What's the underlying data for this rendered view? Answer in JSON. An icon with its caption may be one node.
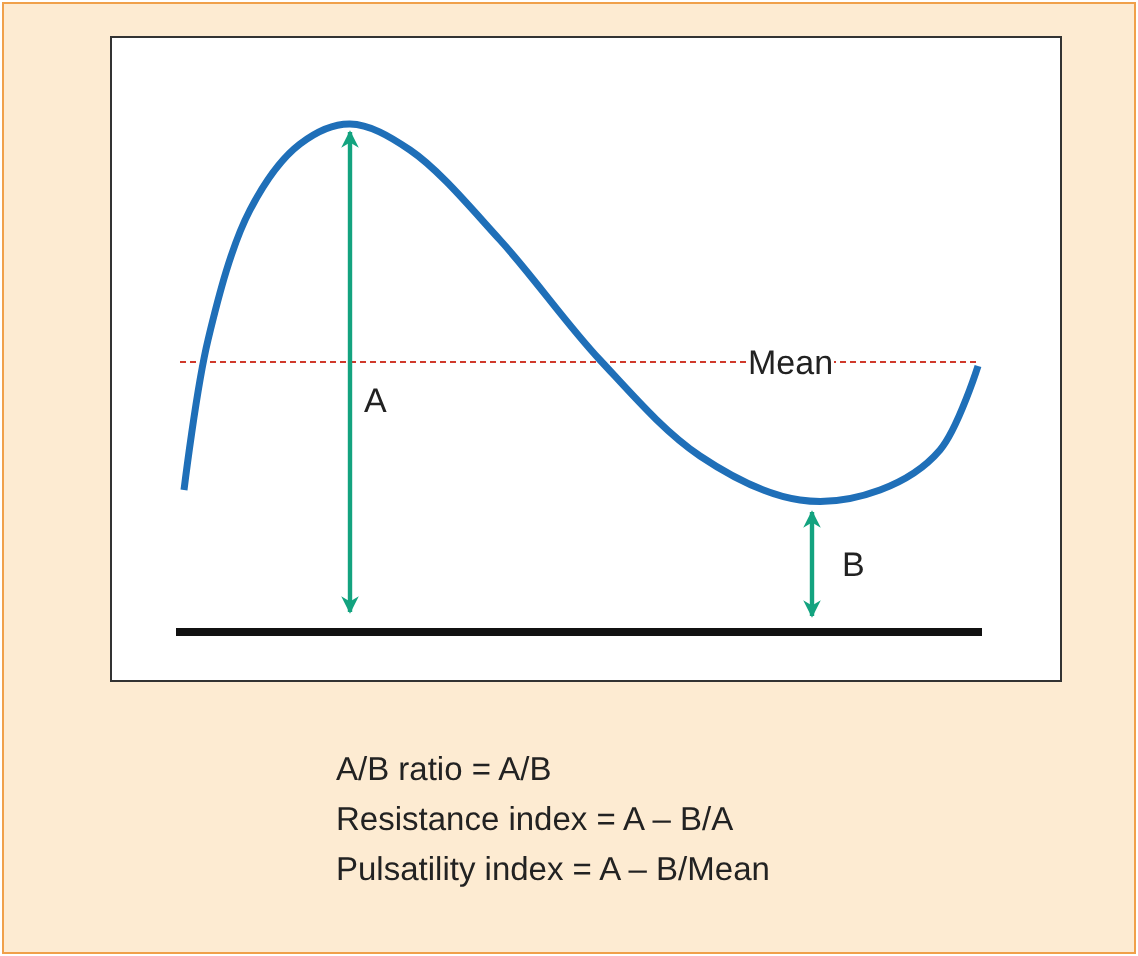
{
  "diagram": {
    "labels": [
      "Mean",
      "A",
      "B",
      "A/B ratio = A/B",
      "Resistance index = A – B/A",
      "Pulsatility index = A – B/Mean"
    ]
  }
}
